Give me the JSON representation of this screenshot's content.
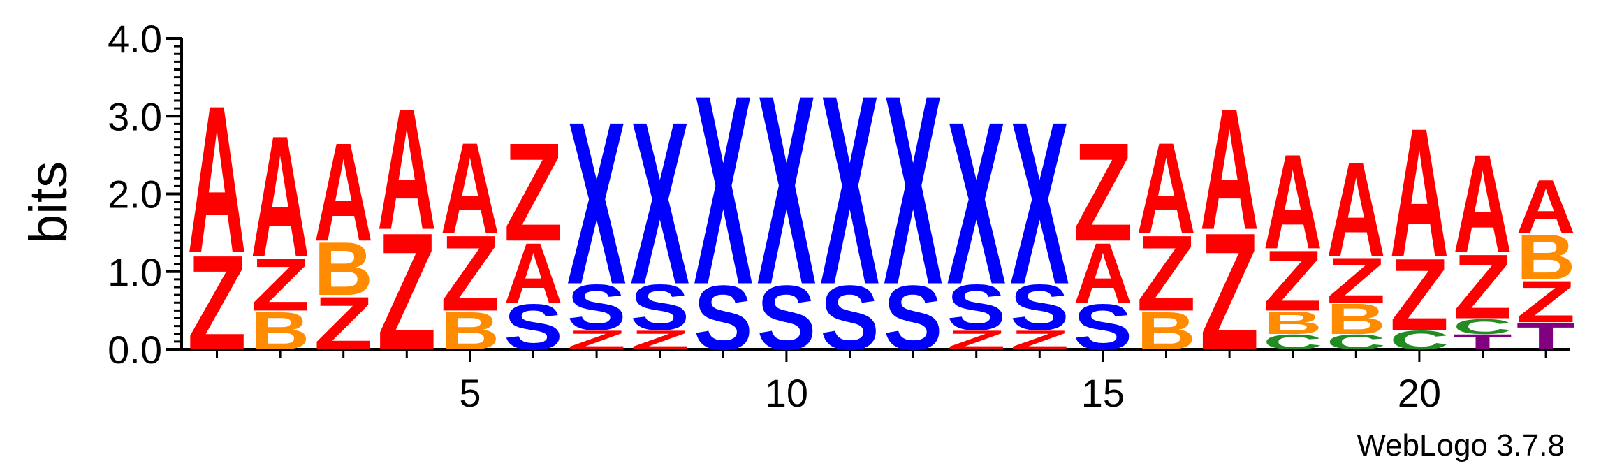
{
  "chart_data": {
    "type": "sequence-logo",
    "ylabel": "bits",
    "ylim": [
      0,
      4.0
    ],
    "y_ticks": [
      "0.0",
      "1.0",
      "2.0",
      "3.0",
      "4.0"
    ],
    "x_ticks": [
      5,
      10,
      15,
      20
    ],
    "positions": 22,
    "credit": "WebLogo 3.7.8",
    "colors": {
      "A": "#ff0000",
      "Z": "#ff0000",
      "X": "#0000ff",
      "S": "#0000ff",
      "B": "#ff8c00",
      "C": "#228b22",
      "T": "#800080"
    },
    "stacks": [
      [
        {
          "l": "Z",
          "h": 1.25
        },
        {
          "l": "A",
          "h": 1.95
        }
      ],
      [
        {
          "l": "B",
          "h": 0.5
        },
        {
          "l": "Z",
          "h": 0.7
        },
        {
          "l": "A",
          "h": 1.6
        }
      ],
      [
        {
          "l": "Z",
          "h": 0.7
        },
        {
          "l": "B",
          "h": 0.7
        },
        {
          "l": "A",
          "h": 1.3
        }
      ],
      [
        {
          "l": "Z",
          "h": 1.55
        },
        {
          "l": "A",
          "h": 1.6
        }
      ],
      [
        {
          "l": "B",
          "h": 0.5
        },
        {
          "l": "Z",
          "h": 1.0
        },
        {
          "l": "A",
          "h": 1.2
        }
      ],
      [
        {
          "l": "S",
          "h": 0.6
        },
        {
          "l": "A",
          "h": 0.8
        },
        {
          "l": "Z",
          "h": 1.3
        }
      ],
      [
        {
          "l": "Z",
          "h": 0.25
        },
        {
          "l": "S",
          "h": 0.6
        },
        {
          "l": "X",
          "h": 2.15
        }
      ],
      [
        {
          "l": "Z",
          "h": 0.25
        },
        {
          "l": "S",
          "h": 0.6
        },
        {
          "l": "X",
          "h": 2.15
        }
      ],
      [
        {
          "l": "S",
          "h": 0.85
        },
        {
          "l": "X",
          "h": 2.5
        }
      ],
      [
        {
          "l": "S",
          "h": 0.85
        },
        {
          "l": "X",
          "h": 2.5
        }
      ],
      [
        {
          "l": "S",
          "h": 0.85
        },
        {
          "l": "X",
          "h": 2.5
        }
      ],
      [
        {
          "l": "S",
          "h": 0.85
        },
        {
          "l": "X",
          "h": 2.5
        }
      ],
      [
        {
          "l": "Z",
          "h": 0.25
        },
        {
          "l": "S",
          "h": 0.6
        },
        {
          "l": "X",
          "h": 2.15
        }
      ],
      [
        {
          "l": "Z",
          "h": 0.25
        },
        {
          "l": "S",
          "h": 0.6
        },
        {
          "l": "X",
          "h": 2.15
        }
      ],
      [
        {
          "l": "S",
          "h": 0.6
        },
        {
          "l": "A",
          "h": 0.8
        },
        {
          "l": "Z",
          "h": 1.3
        }
      ],
      [
        {
          "l": "B",
          "h": 0.5
        },
        {
          "l": "Z",
          "h": 1.0
        },
        {
          "l": "A",
          "h": 1.2
        }
      ],
      [
        {
          "l": "Z",
          "h": 1.55
        },
        {
          "l": "A",
          "h": 1.6
        }
      ],
      [
        {
          "l": "C",
          "h": 0.2
        },
        {
          "l": "B",
          "h": 0.3
        },
        {
          "l": "Z",
          "h": 0.8
        },
        {
          "l": "A",
          "h": 1.25
        }
      ],
      [
        {
          "l": "C",
          "h": 0.2
        },
        {
          "l": "B",
          "h": 0.4
        },
        {
          "l": "Z",
          "h": 0.6
        },
        {
          "l": "A",
          "h": 1.25
        }
      ],
      [
        {
          "l": "C",
          "h": 0.25
        },
        {
          "l": "Z",
          "h": 0.95
        },
        {
          "l": "A",
          "h": 1.7
        }
      ],
      [
        {
          "l": "T",
          "h": 0.2
        },
        {
          "l": "C",
          "h": 0.2
        },
        {
          "l": "Z",
          "h": 0.85
        },
        {
          "l": "A",
          "h": 1.3
        }
      ],
      [
        {
          "l": "T",
          "h": 0.35
        },
        {
          "l": "Z",
          "h": 0.55
        },
        {
          "l": "B",
          "h": 0.6
        },
        {
          "l": "A",
          "h": 0.7
        }
      ]
    ]
  }
}
